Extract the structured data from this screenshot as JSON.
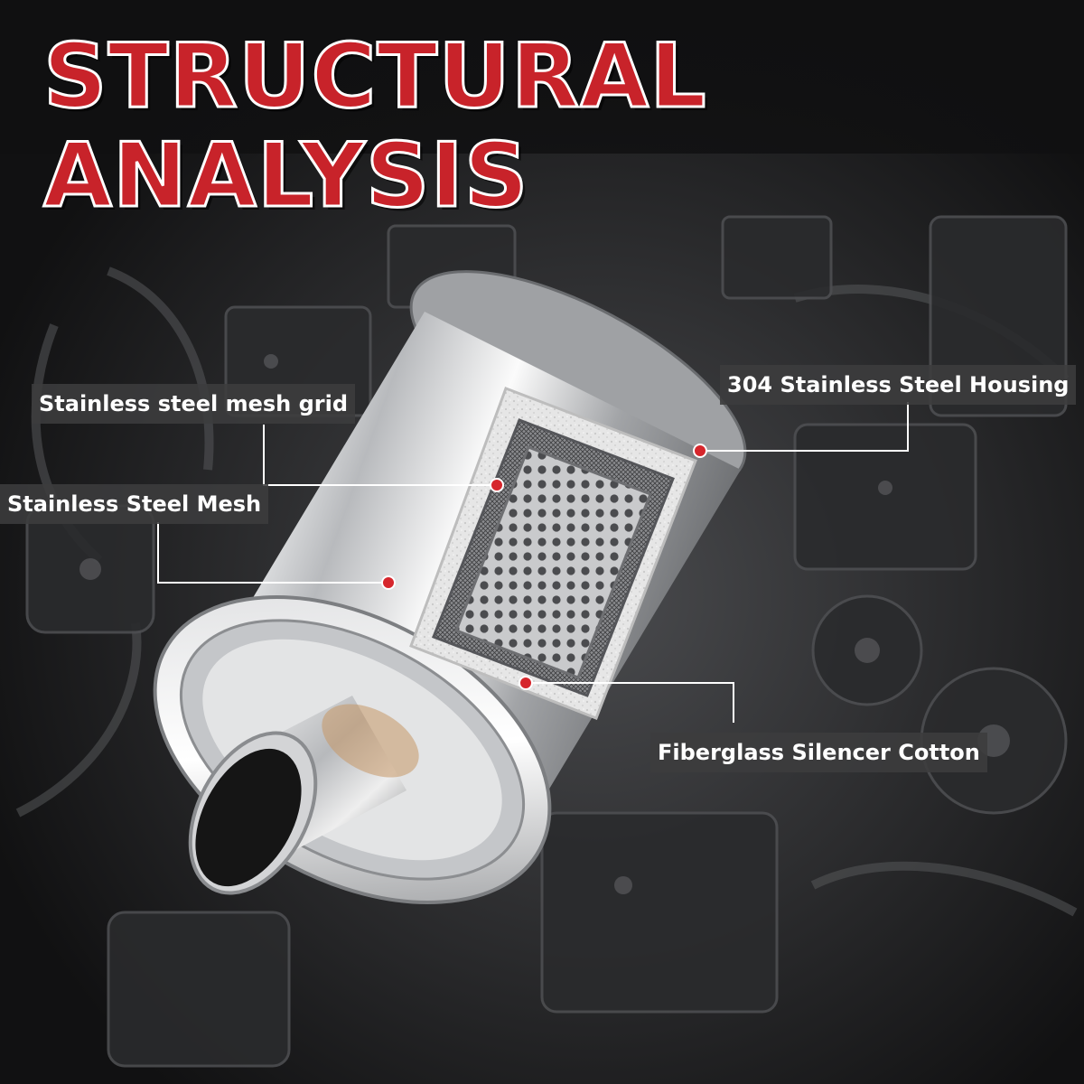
{
  "headline": {
    "line1": "STRUCTURAL",
    "line2": "ANALYSIS"
  },
  "callouts": {
    "mesh_grid": "Stainless steel mesh grid",
    "mesh": "Stainless Steel Mesh",
    "housing": "304 Stainless Steel Housing",
    "cotton": "Fiberglass Silencer Cotton"
  },
  "colors": {
    "accent_red": "#c8232a",
    "label_bg": "#3c3c3e",
    "marker_red": "#d6262c"
  },
  "product_name": "muffler cutaway"
}
